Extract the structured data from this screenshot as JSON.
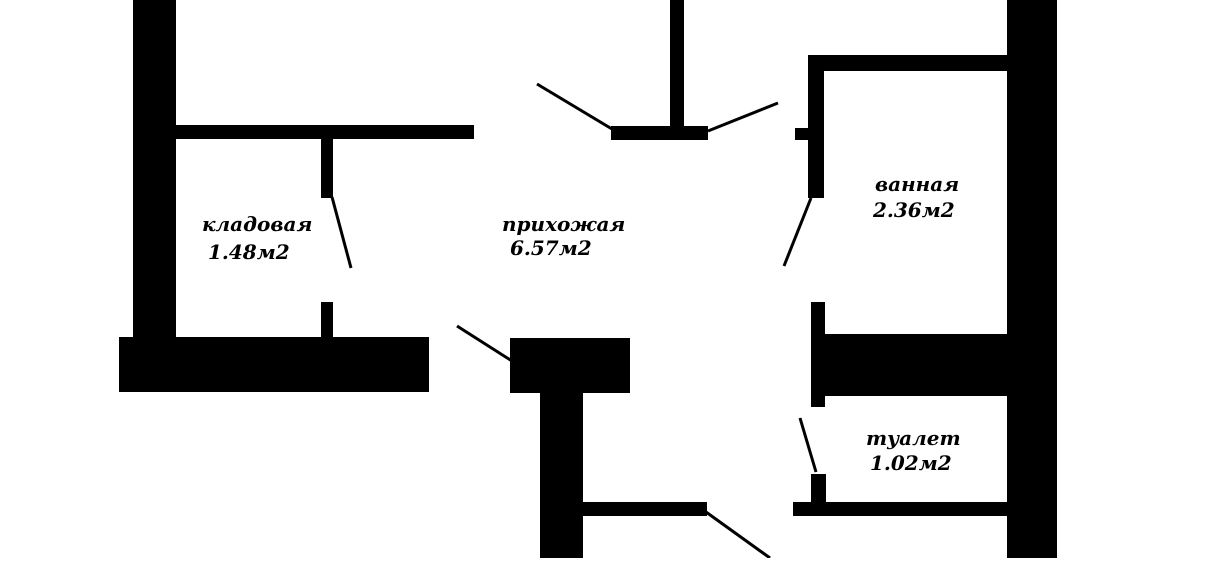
{
  "plan": {
    "wall_color": "#000000",
    "background_color": "#ffffff",
    "rooms": [
      {
        "name": "кладовая",
        "area": "1.48м2"
      },
      {
        "name": "прихожая",
        "area": "6.57м2"
      },
      {
        "name": "ванная",
        "area": "2.36м2"
      },
      {
        "name": "туалет",
        "area": "1.02м2"
      }
    ]
  }
}
